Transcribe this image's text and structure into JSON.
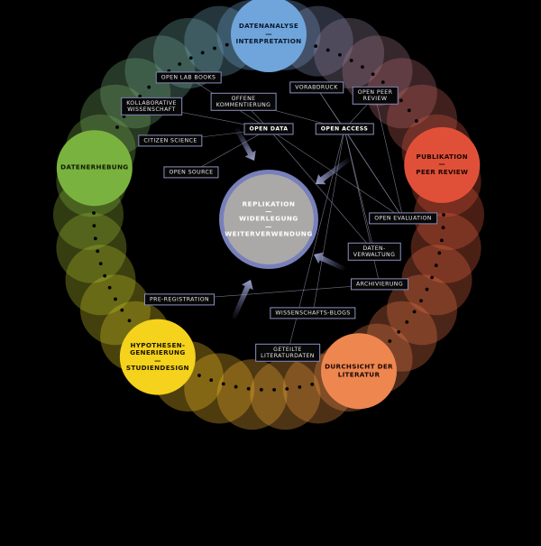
{
  "stages": [
    {
      "id": "datenanalyse",
      "label": "DATENANALYSE\n—\nINTERPRETATION",
      "color": "#6fa5db",
      "text_color": "#0b1a2e"
    },
    {
      "id": "publikation",
      "label": "PUBLIKATION\n—\nPEER REVIEW",
      "color": "#e05038",
      "text_color": "#1a0500"
    },
    {
      "id": "durchsicht",
      "label": "DURCHSICHT DER\nLITERATUR",
      "color": "#ee8650",
      "text_color": "#1a0800"
    },
    {
      "id": "hypothesen",
      "label": "HYPOTHESEN-\nGENERIERUNG\n—\nSTUDIENDESIGN",
      "color": "#f5d21c",
      "text_color": "#1a1400"
    },
    {
      "id": "datenerhebung",
      "label": "DATENERHEBUNG",
      "color": "#7ab23f",
      "text_color": "#0d1a03"
    }
  ],
  "center": {
    "label": "REPLIKATION\n—\nWIDERLEGUNG\n—\nWEITERVERWENDUNG",
    "fill": "#aaa9a8",
    "ring": "#7880bb"
  },
  "practices": [
    {
      "id": "open-lab-books",
      "label": "OPEN LAB BOOKS",
      "strong": false
    },
    {
      "id": "kollaborative-wissenschaft",
      "label": "KOLLABORATIVE\nWISSENSCHAFT",
      "strong": false
    },
    {
      "id": "offene-kommentierung",
      "label": "OFFENE\nKOMMENTIERUNG",
      "strong": false
    },
    {
      "id": "vorabdruck",
      "label": "VORABDRUCK",
      "strong": false
    },
    {
      "id": "open-peer-review",
      "label": "OPEN PEER\nREVIEW",
      "strong": false
    },
    {
      "id": "citizen-science",
      "label": "CITIZEN SCIENCE",
      "strong": false
    },
    {
      "id": "open-data",
      "label": "OPEN DATA",
      "strong": true
    },
    {
      "id": "open-access",
      "label": "OPEN ACCESS",
      "strong": true
    },
    {
      "id": "open-source",
      "label": "OPEN SOURCE",
      "strong": false
    },
    {
      "id": "open-evaluation",
      "label": "OPEN EVALUATION",
      "strong": false
    },
    {
      "id": "datenverwaltung",
      "label": "DATEN-\nVERWALTUNG",
      "strong": false
    },
    {
      "id": "archivierung",
      "label": "ARCHIVIERUNG",
      "strong": false
    },
    {
      "id": "pre-registration",
      "label": "PRE-REGISTRATION",
      "strong": false
    },
    {
      "id": "wissenschafts-blogs",
      "label": "WISSENSCHAFTS-BLOGS",
      "strong": false
    },
    {
      "id": "geteilte-literaturdaten",
      "label": "GETEILTE\nLITERATURDATEN",
      "strong": false
    }
  ]
}
